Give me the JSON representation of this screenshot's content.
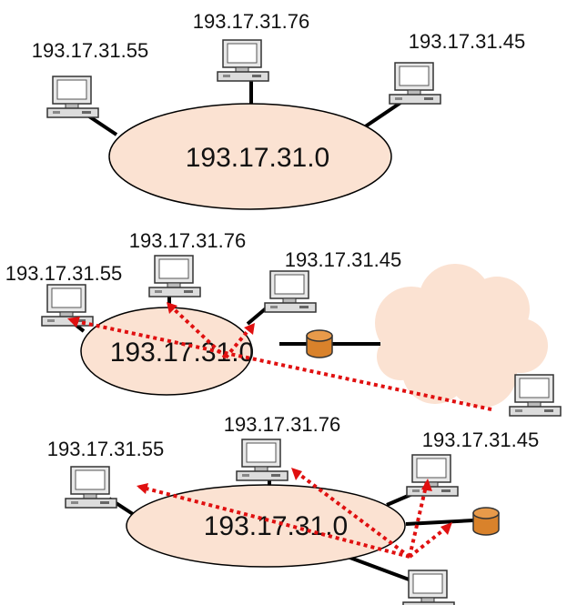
{
  "colors": {
    "lan_fill": "#fbe2d2",
    "link": "#000000",
    "traffic_arrow": "#e01010",
    "router_fill": "#d9822b",
    "cloud_fill": "#fbe2d2"
  },
  "diagrams": [
    {
      "network_label": "193.17.31.0",
      "hosts": [
        "193.17.31.55",
        "193.17.31.76",
        "193.17.31.45"
      ]
    },
    {
      "network_label": "193.17.31.0",
      "hosts": [
        "193.17.31.55",
        "193.17.31.76",
        "193.17.31.45"
      ]
    },
    {
      "network_label": "193.17.31.0",
      "hosts": [
        "193.17.31.55",
        "193.17.31.76",
        "193.17.31.45"
      ]
    }
  ],
  "icons": [
    "computer-icon",
    "router-icon",
    "internet-cloud-icon"
  ]
}
